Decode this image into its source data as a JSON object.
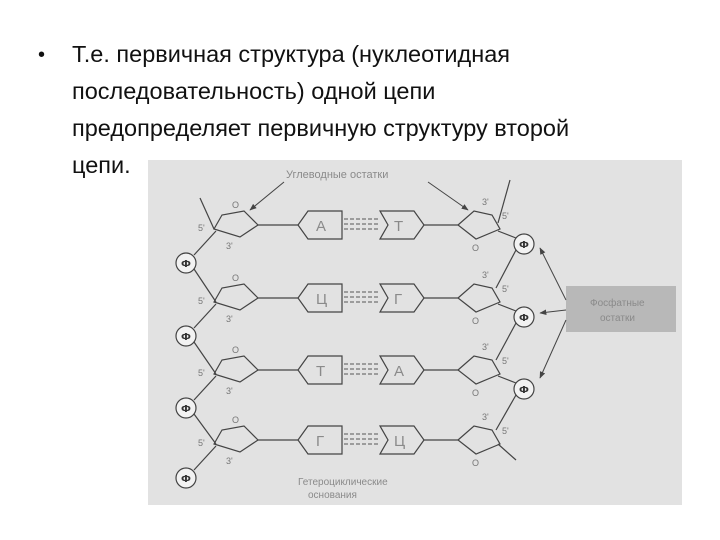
{
  "slide": {
    "bullet": "•",
    "text": "Т.е. первичная структура (нуклеотидная\nпоследовательность) одной цепи\nпредопределяет первичную структуру второй\nцепи."
  },
  "figure": {
    "labels": {
      "sugar_residues": "Углеводные  остатки",
      "phosphate_residues_line1": "Фосфатные",
      "phosphate_residues_line2": "остатки",
      "heterocyclic_line1": "Гетероциклические",
      "heterocyclic_line2": "основания"
    },
    "base_pairs": [
      {
        "left": "А",
        "right": "Т"
      },
      {
        "left": "Ц",
        "right": "Г"
      },
      {
        "left": "Т",
        "right": "А"
      },
      {
        "left": "Г",
        "right": "Ц"
      }
    ],
    "phosphate_symbol": "Ф",
    "oxygen_symbol": "O",
    "prime_5": "5'",
    "prime_3": "3'"
  }
}
